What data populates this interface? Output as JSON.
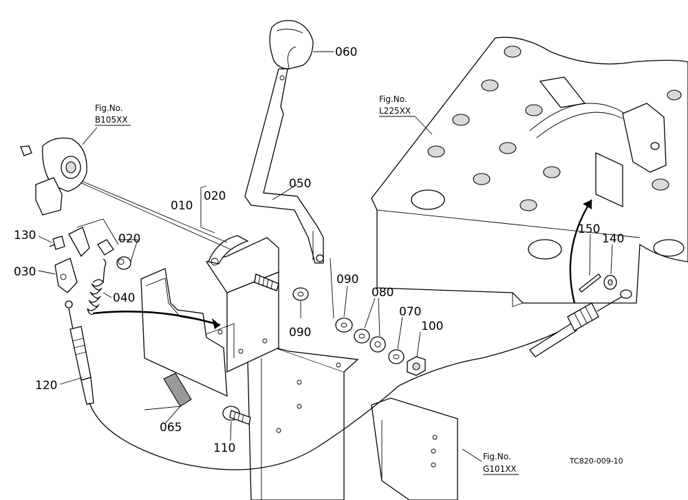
{
  "labels": {
    "p060": "060",
    "p050": "050",
    "p010": "010",
    "p020a": "020",
    "p020b": "020",
    "p130": "130",
    "p030": "030",
    "p040": "040",
    "p120": "120",
    "p065": "065",
    "p110": "110",
    "p090a": "090",
    "p090b": "090",
    "p080": "080",
    "p070": "070",
    "p100": "100",
    "p150": "150",
    "p140": "140"
  },
  "figrefs": {
    "b105_title": "Fig.No.",
    "b105_code": "B105XX",
    "l225_title": "Fig.No.",
    "l225_code": "L225XX",
    "g101_title": "Fig.No.",
    "g101_code": "G101XX"
  },
  "drawing_code": "TC820-009-10"
}
